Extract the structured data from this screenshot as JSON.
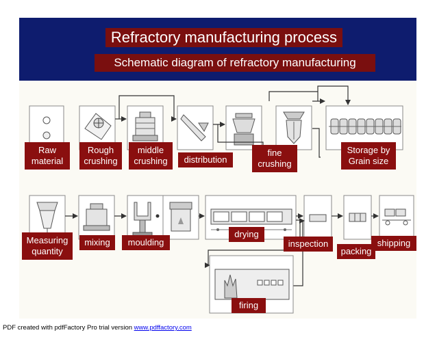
{
  "title": "Refractory manufacturing process",
  "subtitle": "Schematic diagram of refractory manufacturing",
  "steps": {
    "raw_material": "Raw\nmaterial",
    "rough_crushing": "Rough\ncrushing",
    "middle_crushing": "middle\ncrushing",
    "distribution": "distribution",
    "fine_crushing": "fine\ncrushing",
    "storage": "Storage by\nGrain size",
    "measuring": "Measuring\nquantity",
    "mixing": "mixing",
    "moulding": "moulding",
    "drying": "drying",
    "inspection": "inspection",
    "packing": "packing",
    "shipping": "shipping",
    "firing": "firing"
  },
  "footer": {
    "text": "PDF created with pdfFactory Pro trial version ",
    "link": "www.pdffactory.com"
  },
  "colors": {
    "header": "#0e1c6e",
    "label": "#8a0f0f",
    "stroke": "#555555"
  }
}
